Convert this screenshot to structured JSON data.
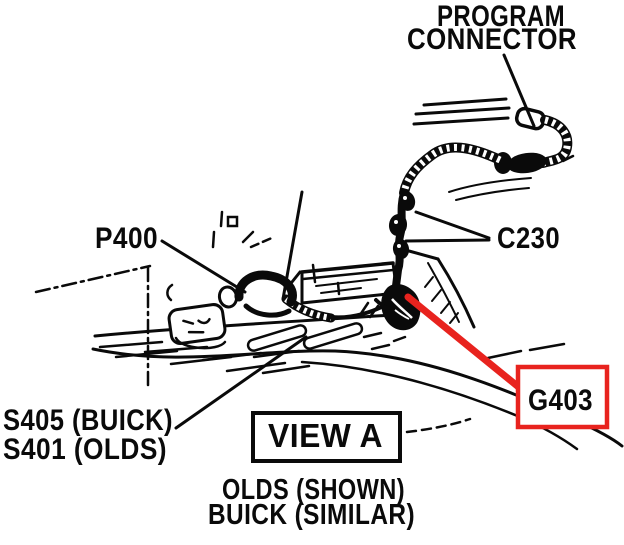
{
  "figure": {
    "type": "service-manual-wiring-location-diagram",
    "background": "#ffffff",
    "ink_color": "#0a0a0a",
    "highlight_color": "#e8231e",
    "callouts": {
      "program_connector": {
        "line1": "PROGRAM",
        "line2": "CONNECTOR"
      },
      "p400": "P400",
      "c230": "C230",
      "g403": "G403",
      "splice_line1": "S405 (BUICK)",
      "splice_line2": "S401 (OLDS)"
    },
    "view_label": "VIEW A",
    "caption": {
      "line1": "OLDS (SHOWN)",
      "line2": "BUICK (SIMILAR)"
    }
  }
}
